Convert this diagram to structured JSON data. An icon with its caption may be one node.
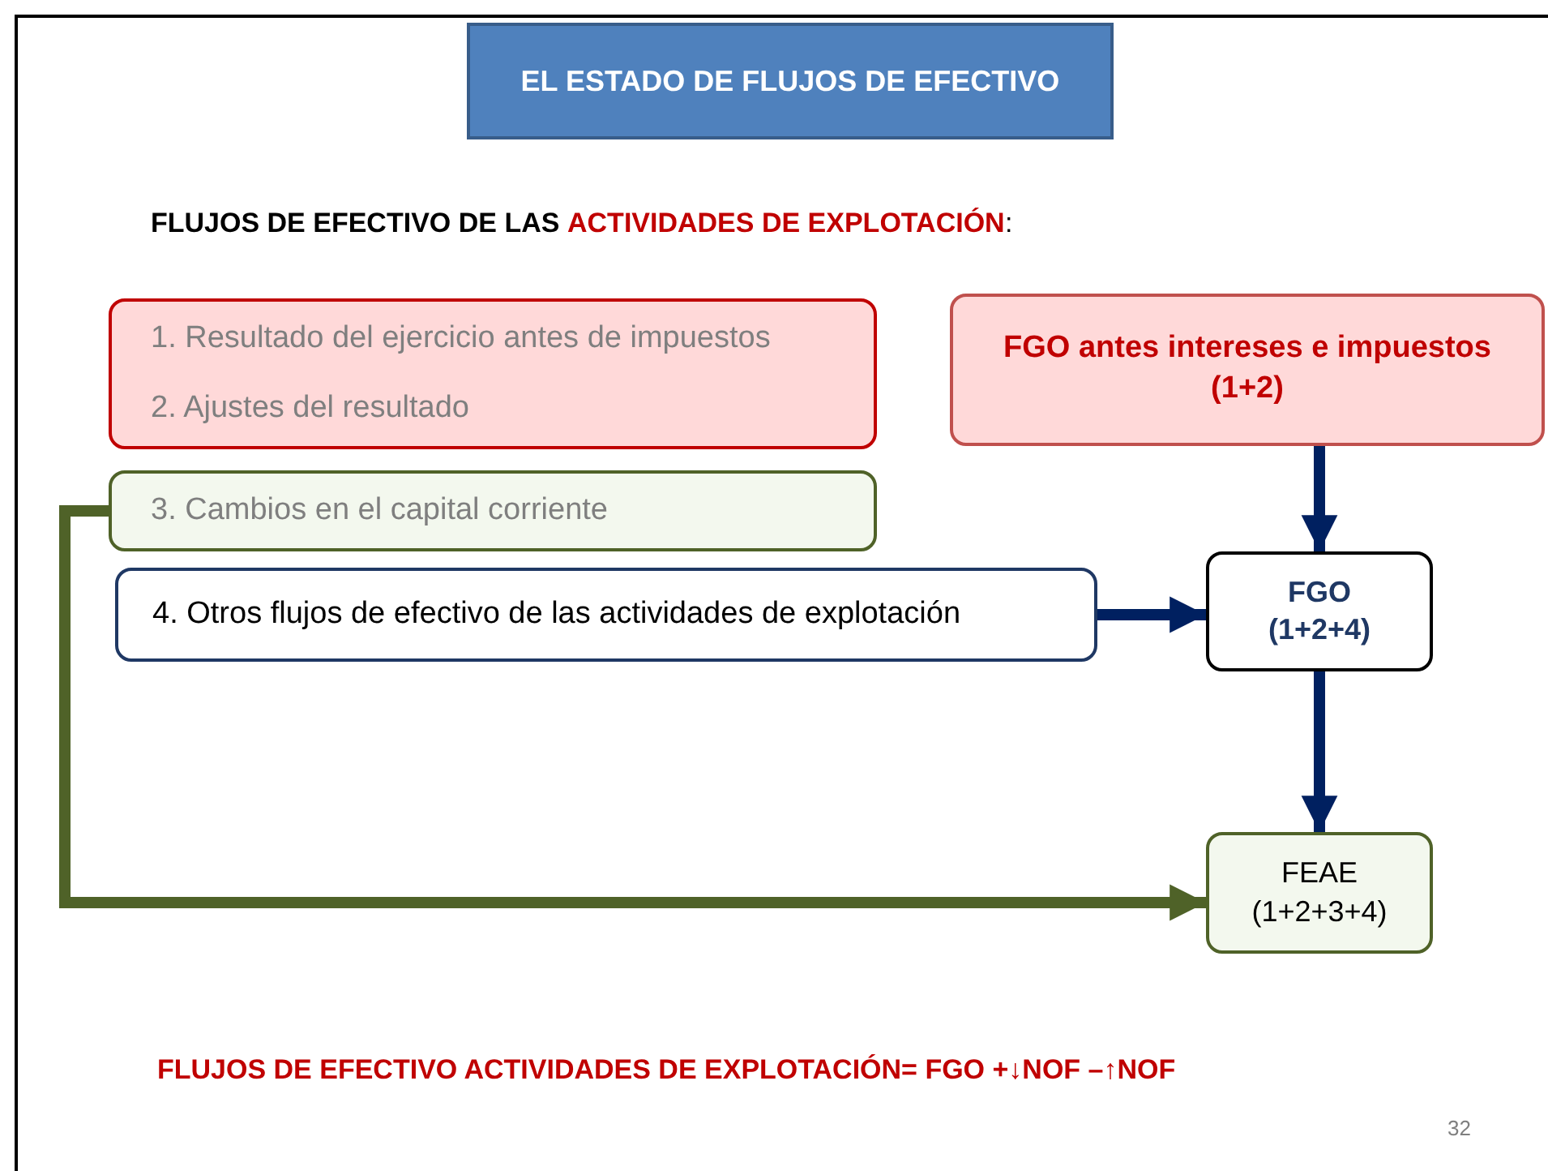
{
  "diagram": {
    "title": "EL ESTADO DE FLUJOS DE EFECTIVO",
    "nodes": [
      {
        "text": [
          "1. Resultado del ejercicio antes de impuestos",
          "2. Ajustes del resultado"
        ]
      },
      {
        "text": [
          "3. Cambios en el capital corriente"
        ]
      },
      {
        "text": [
          "4. Otros flujos de efectivo de las actividades de explotación"
        ]
      },
      {
        "text": [
          "FGO antes intereses e impuestos",
          "(1+2)"
        ]
      },
      {
        "text": [
          "FGO",
          "(1+2+4)"
        ]
      },
      {
        "text": [
          "FEAE",
          "(1+2+3+4)"
        ]
      }
    ],
    "edges": [
      {
        "from": 3,
        "to": 4,
        "arrow": "to"
      },
      {
        "from": 2,
        "to": 4,
        "arrow": "to"
      },
      {
        "from": 4,
        "to": 5,
        "arrow": "to"
      },
      {
        "from": 1,
        "to": 5,
        "arrow": "to",
        "color": "#4f6228"
      }
    ],
    "labels": [
      "FLUJOS DE EFECTIVO DE LAS",
      "ACTIVIDADES DE EXPLOTACIÓN",
      ":",
      "FLUJOS DE EFECTIVO ACTIVIDADES DE EXPLOTACIÓN= FGO +↓NOF –↑NOF",
      "32"
    ]
  }
}
